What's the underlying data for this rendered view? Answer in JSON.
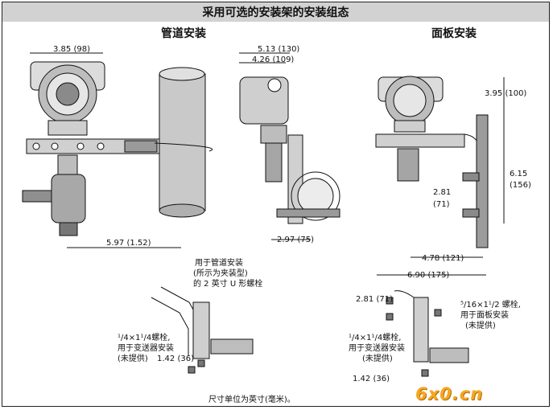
{
  "title": "采用可选的安装架的安装组态",
  "sections": {
    "pipe": "管道安装",
    "panel": "面板安装"
  },
  "dims": {
    "d1": "3.85 (98)",
    "d2": "5.13 (130)",
    "d3": "4.26 (109)",
    "d4": "3.95 (100)",
    "d5": "6.15",
    "d5b": "(156)",
    "d6": "2.81",
    "d6b": "(71)",
    "d7": "5.97 (1.52)",
    "d8": "2.97 (75)",
    "d9": "4.78 (121)",
    "d10": "6.90 (175)",
    "d11": "2.81 (71)",
    "d12": "1.42 (36)",
    "d13": "1.42 (36)"
  },
  "notes": {
    "ubolt_1": "用于管道安装",
    "ubolt_2": "(所示为夹装型)",
    "ubolt_3": "的 2 英寸 U 形螺栓",
    "bolt_l_1": "¹/4×1¹/4螺栓,",
    "bolt_l_2": "用于变送器安装",
    "bolt_l_3": "(未提供)",
    "bolt_r_1": "¹/4×1¹/4螺栓,",
    "bolt_r_2": "用于变送器安装",
    "bolt_r_3": "(未提供)",
    "panel_bolt_1": "⁵/16×1¹/2 螺栓,",
    "panel_bolt_2": "用于面板安装",
    "panel_bolt_3": "(未提供)"
  },
  "footer": "尺寸单位为英寸(毫米)。",
  "watermark": "6x0.cn",
  "colors": {
    "title_bar": "#d2d2d2",
    "logo": "#f5a623"
  }
}
